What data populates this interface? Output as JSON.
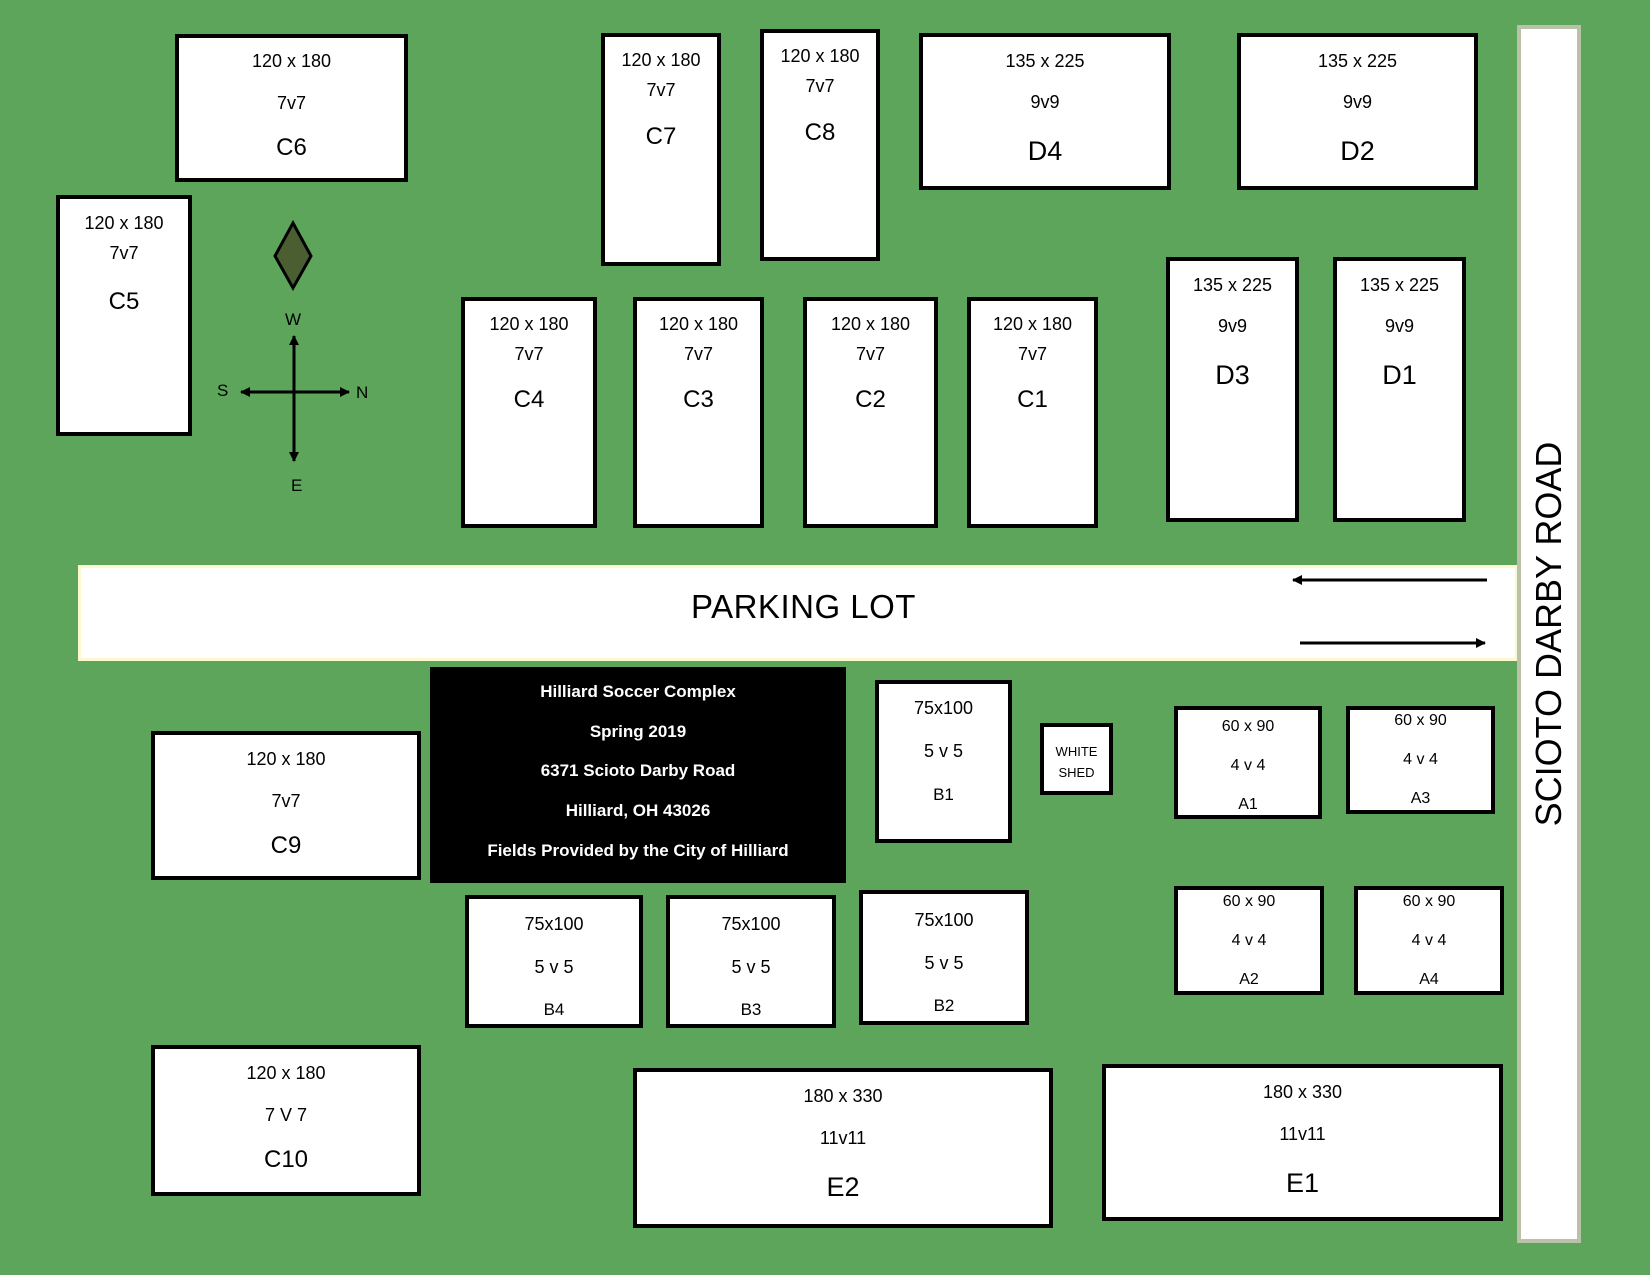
{
  "parking_lot": "PARKING LOT",
  "road": "SCIOTO DARBY ROAD",
  "info": {
    "line1": "Hilliard Soccer Complex",
    "line2": "Spring 2019",
    "line3": "6371 Scioto Darby Road",
    "line4": "Hilliard, OH  43026",
    "line5": "Fields Provided by the City of Hilliard"
  },
  "shed": {
    "line1": "WHITE",
    "line2": "SHED"
  },
  "compass": {
    "north": "N",
    "south": "S",
    "east": "E",
    "west": "W"
  },
  "fields": {
    "C6": {
      "size": "120 x 180",
      "format": "7v7",
      "name": "C6"
    },
    "C7": {
      "size": "120 x 180",
      "format": "7v7",
      "name": "C7"
    },
    "C8": {
      "size": "120 x 180",
      "format": "7v7",
      "name": "C8"
    },
    "D4": {
      "size": "135 x 225",
      "format": "9v9",
      "name": "D4"
    },
    "D2": {
      "size": "135 x 225",
      "format": "9v9",
      "name": "D2"
    },
    "C5": {
      "size": "120 x 180",
      "format": "7v7",
      "name": "C5"
    },
    "C4": {
      "size": "120 x 180",
      "format": "7v7",
      "name": "C4"
    },
    "C3": {
      "size": "120 x 180",
      "format": "7v7",
      "name": "C3"
    },
    "C2": {
      "size": "120 x 180",
      "format": "7v7",
      "name": "C2"
    },
    "C1": {
      "size": "120 x 180",
      "format": "7v7",
      "name": "C1"
    },
    "D3": {
      "size": "135 x 225",
      "format": "9v9",
      "name": "D3"
    },
    "D1": {
      "size": "135 x 225",
      "format": "9v9",
      "name": "D1"
    },
    "C9": {
      "size": "120 x 180",
      "format": "7v7",
      "name": "C9"
    },
    "B1": {
      "size": "75x100",
      "format": "5 v 5",
      "name": "B1"
    },
    "A1": {
      "size": "60 x 90",
      "format": "4 v 4",
      "name": "A1"
    },
    "A3": {
      "size": "60 x 90",
      "format": "4 v 4",
      "name": "A3"
    },
    "B4": {
      "size": "75x100",
      "format": "5 v 5",
      "name": "B4"
    },
    "B3": {
      "size": "75x100",
      "format": "5 v 5",
      "name": "B3"
    },
    "B2": {
      "size": "75x100",
      "format": "5 v 5",
      "name": "B2"
    },
    "A2": {
      "size": "60 x 90",
      "format": "4 v 4",
      "name": "A2"
    },
    "A4": {
      "size": "60 x 90",
      "format": "4 v 4",
      "name": "A4"
    },
    "C10": {
      "size": "120 x 180",
      "format": "7 V 7",
      "name": "C10"
    },
    "E2": {
      "size": "180 x 330",
      "format": "11v11",
      "name": "E2"
    },
    "E1": {
      "size": "180 x 330",
      "format": "11v11",
      "name": "E1"
    }
  },
  "colors": {
    "grass": "#5da55a",
    "marker": "#4a5e32"
  }
}
